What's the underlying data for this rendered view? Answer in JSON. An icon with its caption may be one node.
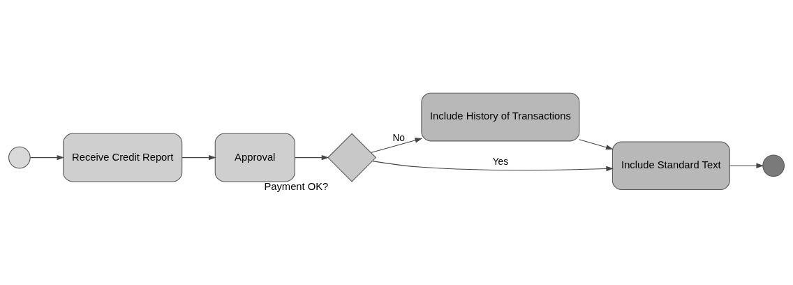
{
  "diagram": {
    "nodes": [
      {
        "text": [],
        "shape": "circle"
      },
      {
        "text": [
          "Receive Credit Report"
        ]
      },
      {
        "text": [
          "Approval"
        ]
      },
      {
        "text": [],
        "shape": "diamond",
        "beside": [
          "Payment OK?"
        ]
      },
      {
        "text": [
          "Include History of Transactions"
        ]
      },
      {
        "text": [
          "Include Standard Text"
        ]
      },
      {
        "text": [],
        "shape": "circle"
      }
    ],
    "edges": [
      {
        "from": 0,
        "to": 1,
        "arrow": "to"
      },
      {
        "from": 1,
        "to": 2,
        "arrow": "to"
      },
      {
        "from": 2,
        "to": 3,
        "arrow": "to"
      },
      {
        "from": 3,
        "to": 4,
        "arrow": "to",
        "label": "No"
      },
      {
        "from": 3,
        "to": 5,
        "arrow": "to",
        "label": "Yes"
      },
      {
        "from": 4,
        "to": 5,
        "arrow": "to"
      },
      {
        "from": 5,
        "to": 6,
        "arrow": "to"
      }
    ]
  }
}
